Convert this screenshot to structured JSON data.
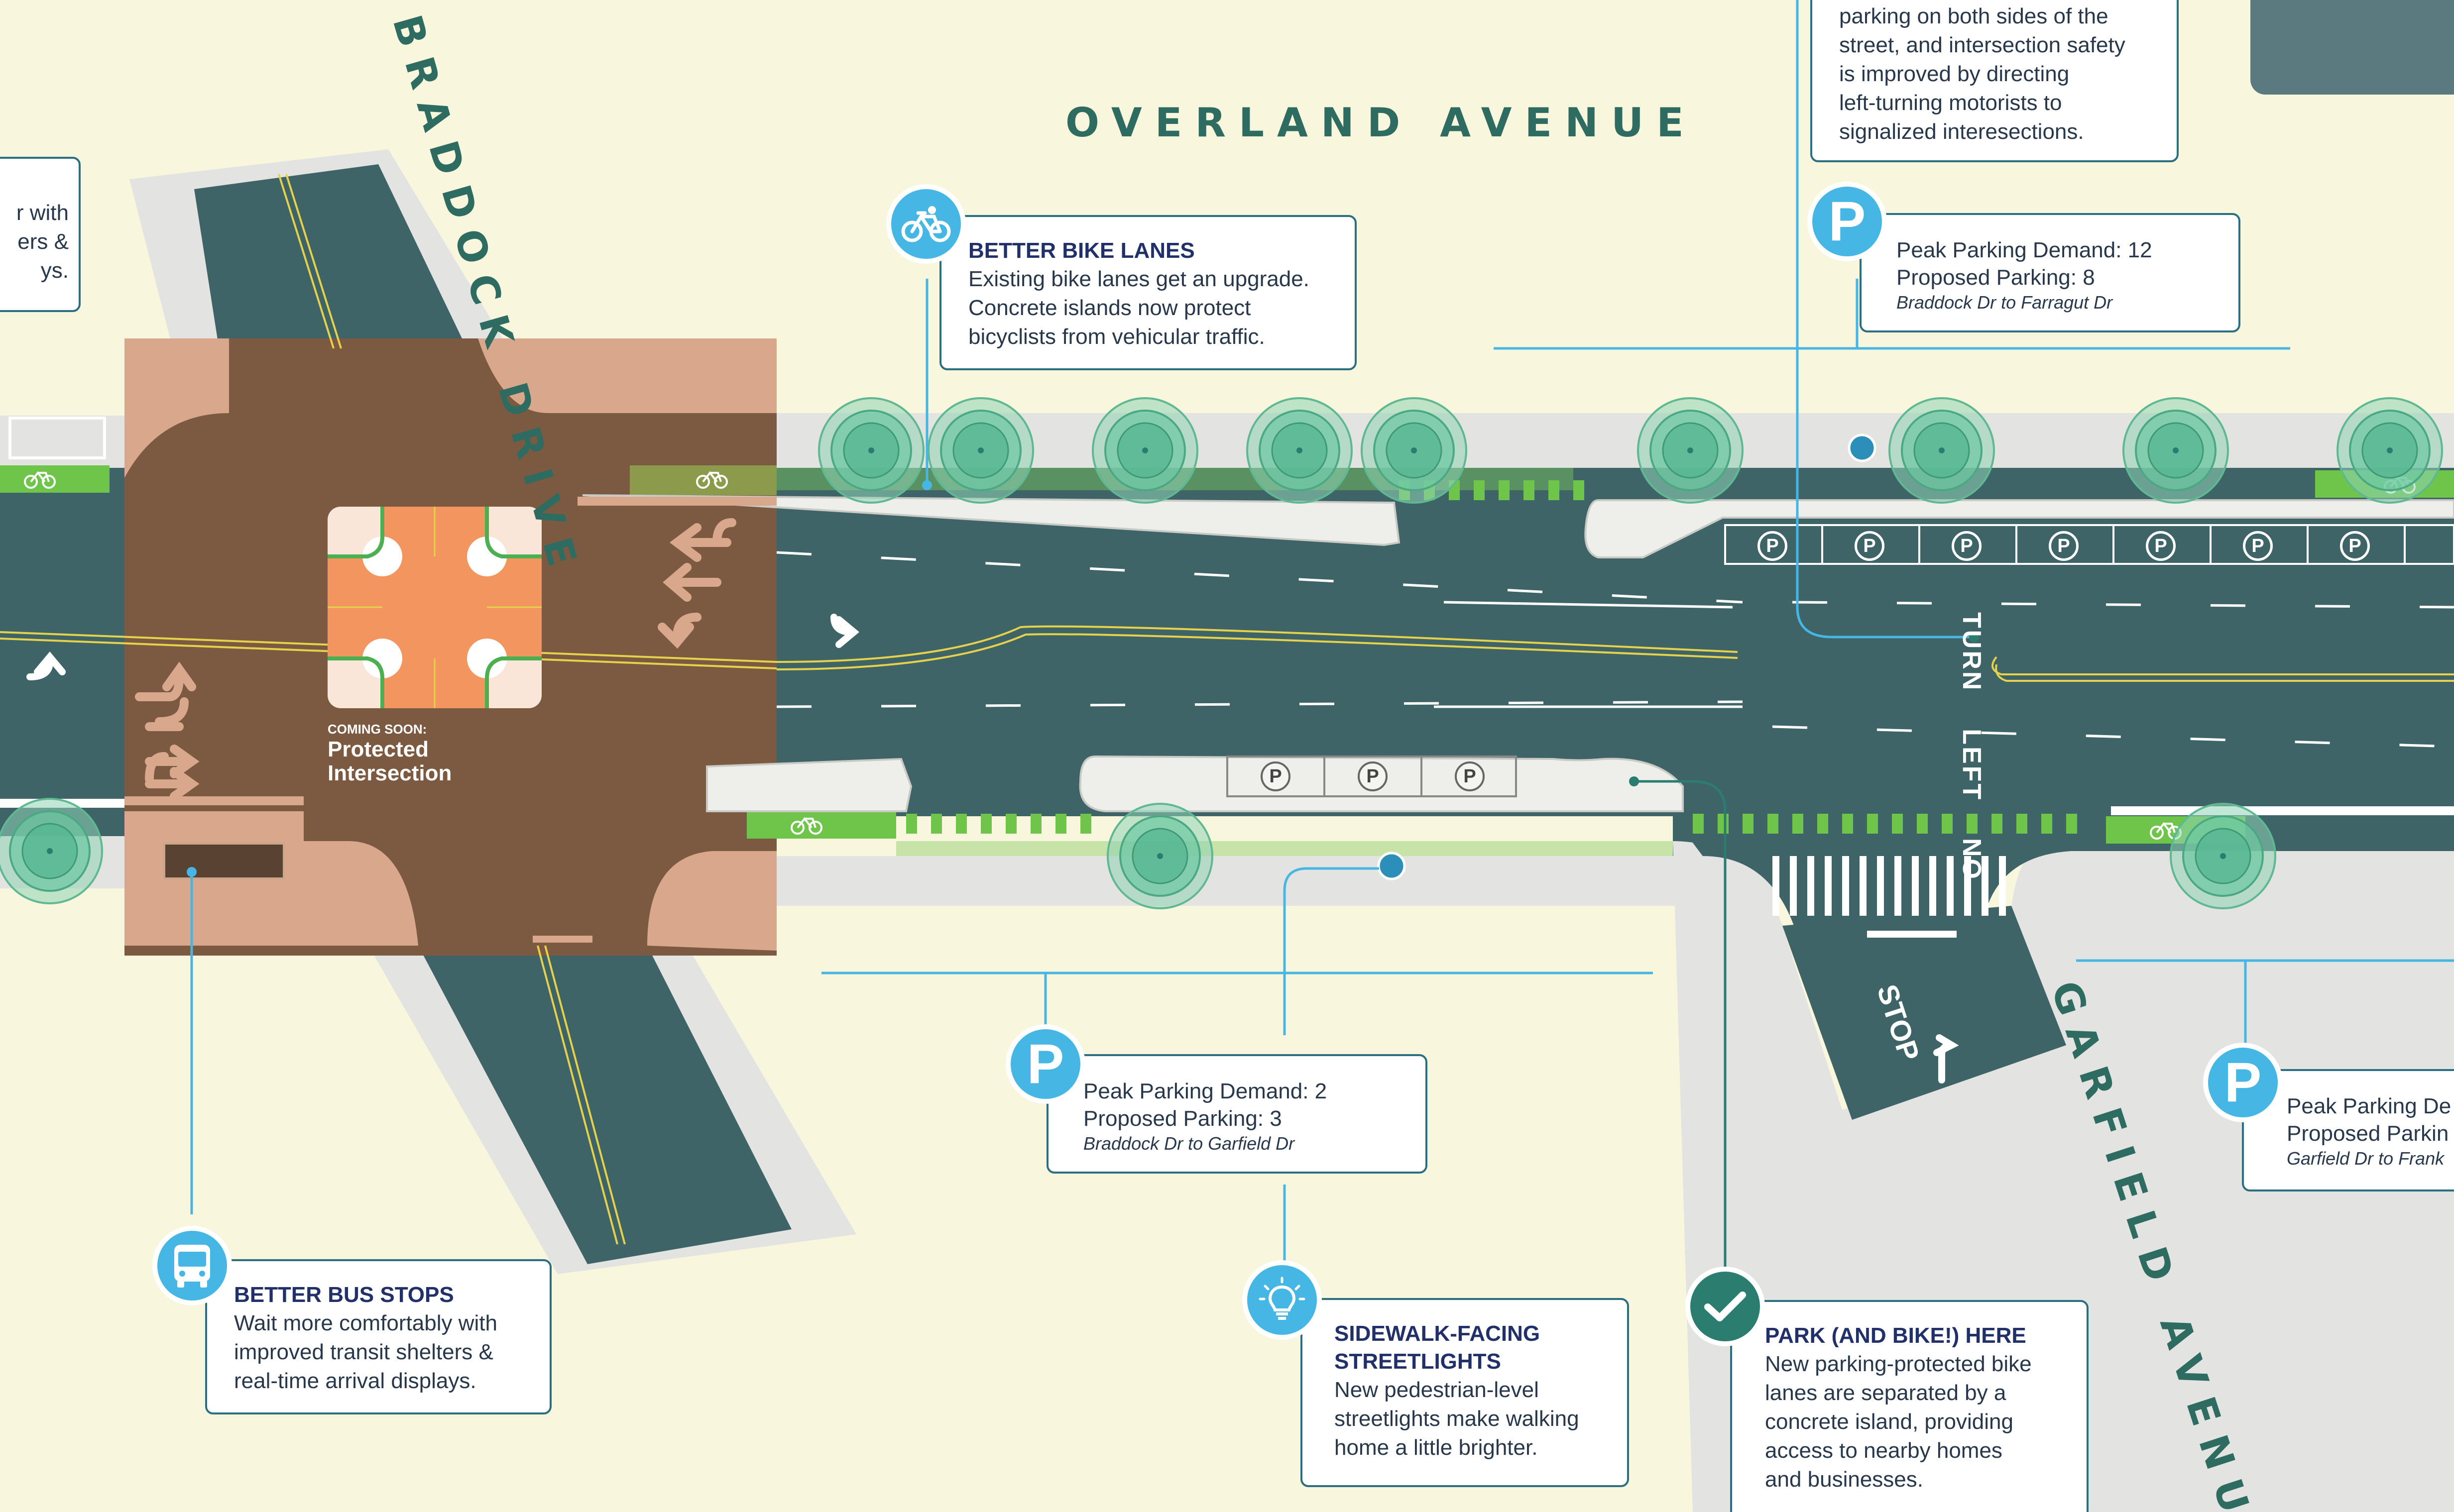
{
  "streets": {
    "overland": "OVERLAND AVENUE",
    "braddock": "BRADDOCK DRIVE",
    "garfield": "GARFIELD AVENUE"
  },
  "lane_labels": {
    "no_turn_left": [
      "NO",
      "LEFT",
      "TURN"
    ],
    "stop": "STOP"
  },
  "intersection_label": {
    "kicker": "COMING SOON:",
    "title_line1": "Protected",
    "title_line2": "Intersection"
  },
  "callouts": {
    "left_partial": {
      "lines": [
        "r with",
        "ers &",
        "ys."
      ]
    },
    "top_right_partial": {
      "lines": [
        "parking on both sides of the",
        "street, and intersection safety",
        "is improved by directing",
        "left-turning motorists to",
        "signalized interesections."
      ]
    },
    "bike_lanes": {
      "title": "BETTER BIKE LANES",
      "lines": [
        "Existing bike lanes get an upgrade.",
        "Concrete islands now protect",
        "bicyclists from vehicular traffic."
      ],
      "icon": "bicycle-icon"
    },
    "parking_top": {
      "line1": "Peak Parking Demand: 12",
      "line2": "Proposed Parking: 8",
      "sub": "Braddock Dr to Farragut Dr",
      "icon": "parking-icon",
      "glyph": "P"
    },
    "parking_mid": {
      "line1": "Peak Parking Demand: 2",
      "line2": "Proposed Parking: 3",
      "sub": "Braddock Dr to Garfield Dr",
      "icon": "parking-icon",
      "glyph": "P"
    },
    "parking_right_partial": {
      "line1": "Peak Parking De",
      "line2": "Proposed Parkin",
      "sub": "Garfield Dr to Frank",
      "icon": "parking-icon",
      "glyph": "P"
    },
    "bus_stops": {
      "title": "BETTER BUS STOPS",
      "lines": [
        "Wait more comfortably with",
        "improved transit shelters &",
        "real-time arrival displays."
      ],
      "icon": "bus-icon"
    },
    "streetlights": {
      "title_line1": "SIDEWALK-FACING",
      "title_line2": "STREETLIGHTS",
      "lines": [
        "New pedestrian-level",
        "streetlights make walking",
        "home a little brighter."
      ],
      "icon": "lightbulb-icon"
    },
    "park_and_bike": {
      "title": "PARK (AND BIKE!) HERE",
      "lines": [
        "New parking-protected bike",
        "lanes are separated by a",
        "concrete island, providing",
        "access to nearby homes",
        "and businesses."
      ],
      "icon": "check-icon"
    }
  },
  "parking_stall_glyph": "P",
  "colors": {
    "background": "#f8f6dc",
    "road": "#3e6468",
    "sidewalk": "#e3e3e1",
    "intersection": "#7c5a42",
    "curb_extension": "#d9a88c",
    "bike_lane": "#6fc44a",
    "tree": "#6cc7a2",
    "accent_blue": "#46b6e4",
    "callout_border": "#2c6f82",
    "title_navy": "#22306a",
    "street_label": "#2e6b61",
    "check_green": "#2b7d70",
    "lane_yellow": "#e6d24a"
  }
}
